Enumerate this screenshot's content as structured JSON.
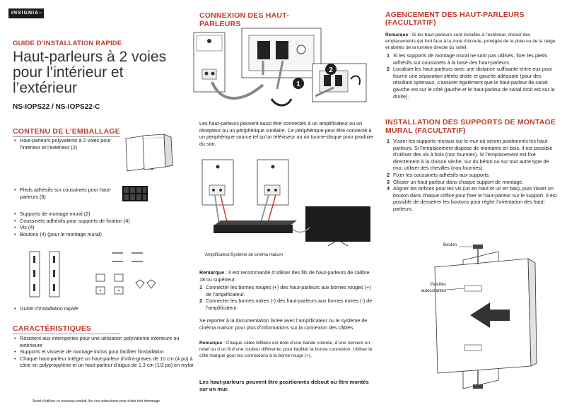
{
  "brand": "INSIGNIA",
  "brand_tm": "™",
  "header": {
    "guide_label": "GUIDE D’INSTALLATION RAPIDE",
    "title": "Haut-parleurs à 2 voies pour l’intérieur et l’extérieur",
    "model": "NS-IOPS22 / NS-IOPS22-C"
  },
  "package": {
    "heading": "CONTENU DE L’EMBALLAGE",
    "items": [
      "Haut-parleurs polyvalents à 2 voies pour l’intérieur et l’extérieur (2)",
      "Pieds adhésifs sur coussinets pour haut-parleurs (8)",
      "Supports de montage mural (2)",
      "Coussinets adhésifs pour supports de fixation (4)",
      "Vis    (4)",
      "Boutons (4) (pour le montage mural)",
      "Guide d’installation rapide"
    ]
  },
  "features": {
    "heading": "CARACTÉRISTIQUES",
    "items": [
      "Résistent aux intempéries pour une utilisation polyvalente intérieure ou extérieure",
      "Supports et visserie de montage inclus pour faciliter l’installation",
      "Chaque haut-parleur intègre un haut-parleur d’infra-graves de 10 cm (4 po) à cône en polypropylène et un haut-parleur d’aigus de 1,3 cm (1/2 po) en mylar"
    ]
  },
  "footer_note": "Avant d’utiliser ce nouveau produit, lire ces instructions pour éviter tout dommage.",
  "connection": {
    "heading": "CONNEXION DES HAUT-PARLEURS",
    "step_badges": [
      "1",
      "2"
    ],
    "intro": "Les haut-parleurs peuvent aussi être connectés à un amplificateur ou un récepteur ou un périphérique similaire. Ce périphérique peut être connecté à un périphérique source tel qu’un téléviseur ou un tourne-disque pour produire du son.",
    "amp_caption": "Amplificateur/Système de cinéma maison",
    "remark_label": "Remarque",
    "remark_text": " : Il est recommandé d’utiliser des fils de haut-parleurs de calibre 18 ou supérieur.",
    "steps": [
      "Connecter les bornes rouges (+) des haut-parleurs aux bornes rouges (+) de l’amplificateur.",
      "Connecter les bornes noires (-) des haut-parleurs aux bornes noires (-) de l’amplificateur."
    ],
    "refer": "Se reporter à la documentation livrée avec l’amplificateur ou le système de cinéma maison pour plus d’informations sur la connexion des câbles.",
    "remark2_label": "Remarque",
    "remark2_text": " : Chaque câble bifilaire est doté d’une bande colorée, d’une nervure en relief ou d’un fil d’une couleur différente, pour faciliter la bonne connexion. Utiliser le côté marqué pour les connexions à la borne rouge (+).",
    "bold_note": "Les haut-parleurs peuvent être positionnés debout ou être montés sur un mur."
  },
  "placement": {
    "heading": "AGENCEMENT DES HAUT-PARLEURS (FACULTATIF)",
    "remark_label": "Remarque",
    "remark_text": " : Si les haut-parleurs sont installés à l’extérieur, choisir des emplacements qui font face à la zone d’écoute, protégés de la pluie ou de la neige et abrités de la lumière directe du soleil.",
    "steps": [
      "Si les supports de montage mural ne sont pas utilisés, fixer les pieds adhésifs sur coussinets à la base des haut-parleurs.",
      "Localiser les haut-parleurs avec une distance suffisante entre eux pour fournir une séparation stéréo droite et gauche adéquate (pour des résultats optimaux, s’assurer également que le haut-parleur de canal gauche est sur le côté gauche et le haut-parleur de canal droit est sur la droite)."
    ]
  },
  "mounting": {
    "heading": "INSTALLATION DES SUPPORTS DE MONTAGE MURAL (FACULTATIF)",
    "steps": [
      "Visser les supports muraux sur le mur où seront positionnés les haut-parleurs. Si l’emplacement dispose de montants en bois, il est possible d’utiliser des vis à bois (non fournies). Si l’emplacement est fixé directement à la cloison sèche, sur du béton ou sur tout autre type de mur, utiliser des chevilles (non fournies).",
      "Fixer les coussinets adhésifs aux supports.",
      "Glisser un haut-parleur dans chaque support de montage.",
      "Aligner les orifices pour les vis (un en haut et un en bas), puis visser un bouton dans chaque orifice pour fixer le haut-parleur sur le support. Il est possible de desserrer les boutons pour régler l’orientation des haut-parleurs."
    ],
    "label_bouton": "Bouton",
    "label_pastilles": "Pastilles autocollantes"
  }
}
